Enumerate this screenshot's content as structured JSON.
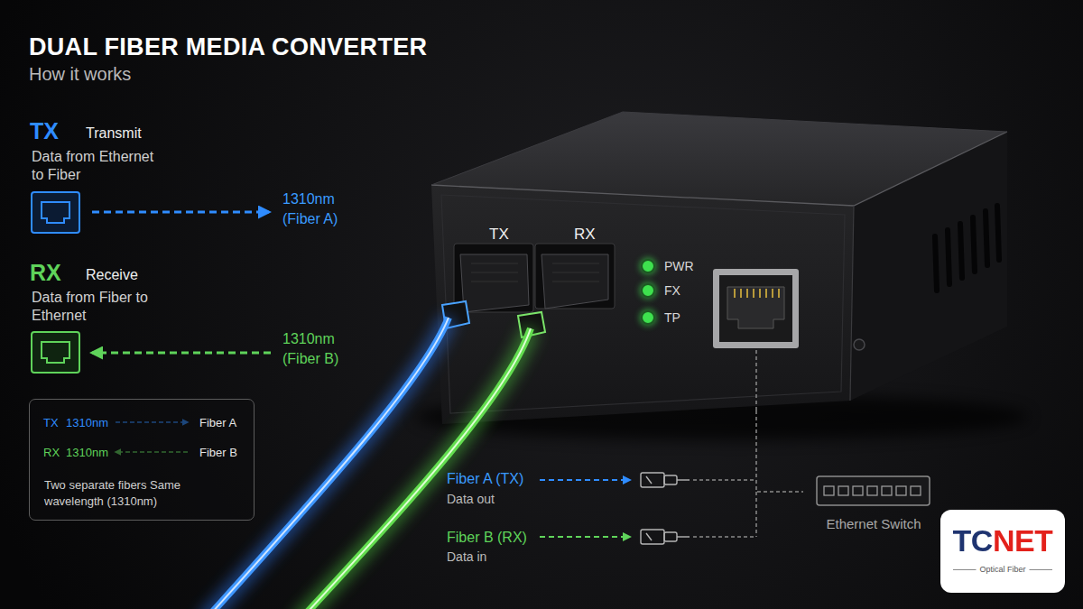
{
  "diagram": {
    "title": "DUAL FIBER MEDIA CONVERTER",
    "nodes": [
      {
        "text": [
          "TX",
          "1310nm",
          "Fiber A",
          "RX",
          "1310nm",
          "Fiber B",
          "Two separate fibers Same wavelength (1310nm)"
        ]
      },
      {
        "text": [
          "TX",
          "RX",
          "PWR",
          "FX",
          "TP"
        ]
      },
      {
        "text": [
          "Ethernet Switch"
        ]
      },
      {
        "text": [
          "TCNET",
          "Optical Fiber"
        ]
      }
    ],
    "edges": [
      {
        "from": 1,
        "to": 2,
        "arrow": "none"
      }
    ],
    "labels": [
      "How it works",
      "TX",
      "Transmit",
      "Data from Ethernet to Fiber",
      "1310nm (Fiber A)",
      "RX",
      "Receive",
      "Data from Fiber to Ethernet",
      "1310nm (Fiber B)",
      "Fiber A (TX)",
      "Data out",
      "Fiber B (RX)",
      "Data in"
    ]
  }
}
